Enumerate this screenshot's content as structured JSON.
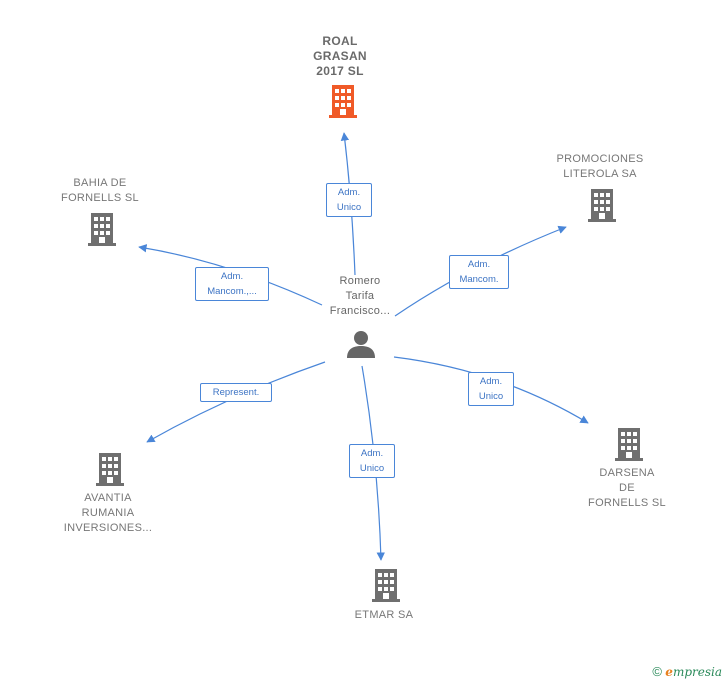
{
  "center": {
    "lines": [
      "Romero",
      "Tarifa",
      "Francisco..."
    ]
  },
  "companies": {
    "roal": {
      "lines": [
        "ROAL",
        "GRASAN",
        "2017  SL"
      ],
      "highlight": true
    },
    "bahia": {
      "lines": [
        "BAHIA DE",
        "FORNELLS SL"
      ]
    },
    "promo": {
      "lines": [
        "PROMOCIONES",
        "LITEROLA SA"
      ]
    },
    "avantia": {
      "lines": [
        "AVANTIA",
        "RUMANIA",
        "INVERSIONES..."
      ]
    },
    "darsena": {
      "lines": [
        "DARSENA",
        "DE",
        "FORNELLS SL"
      ]
    },
    "etmar": {
      "lines": [
        "ETMAR SA"
      ]
    }
  },
  "relations": {
    "roal": [
      "Adm.",
      "Unico"
    ],
    "bahia": [
      "Adm.",
      "Mancom.,..."
    ],
    "promo": [
      "Adm.",
      "Mancom."
    ],
    "avantia": [
      "Represent."
    ],
    "darsena": [
      "Adm.",
      "Unico"
    ],
    "etmar": [
      "Adm.",
      "Unico"
    ]
  },
  "colors": {
    "edge": "#4a86d8",
    "building_gray": "#6f6f6f",
    "building_highlight": "#f05a28",
    "person": "#666666"
  },
  "footer": {
    "copyright": "©",
    "brand_initial": "e",
    "brand_rest": "mpresia"
  }
}
